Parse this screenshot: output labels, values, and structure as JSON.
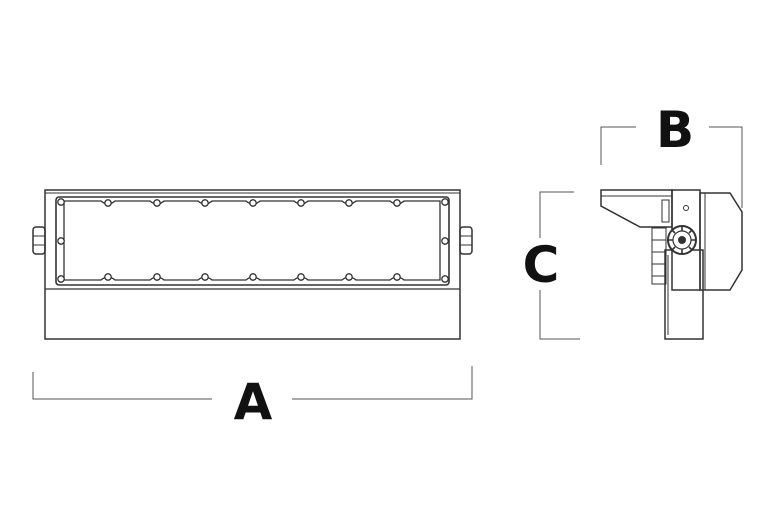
{
  "dimensions": {
    "width_label": "A",
    "depth_label": "B",
    "height_label": "C"
  },
  "colors": {
    "line": "#333333",
    "dim_line": "#555555",
    "letter": "#111111",
    "background": "#ffffff"
  }
}
